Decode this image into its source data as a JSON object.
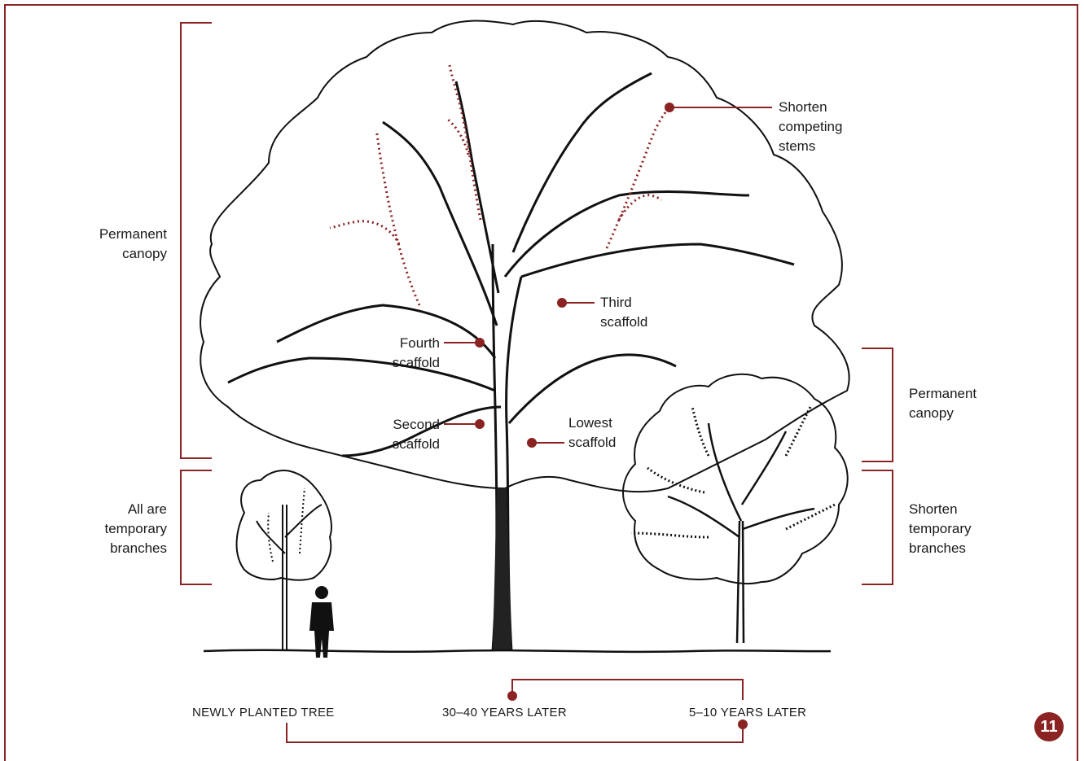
{
  "colors": {
    "accent": "#8b2323",
    "ink": "#111111"
  },
  "labels": {
    "left_permanent": "Permanent canopy",
    "left_temporary": "All are temporary branches",
    "right_permanent": "Permanent canopy",
    "right_temporary": "Shorten temporary branches",
    "shorten_competing": "Shorten competing stems",
    "third_scaffold": "Third scaffold",
    "fourth_scaffold": "Fourth scaffold",
    "second_scaffold": "Second scaffold",
    "lowest_scaffold": "Lowest scaffold"
  },
  "captions": {
    "newly_planted": "NEWLY PLANTED TREE",
    "thirty_forty": "30–40 YEARS LATER",
    "five_ten": "5–10 YEARS LATER"
  },
  "badge": "11"
}
